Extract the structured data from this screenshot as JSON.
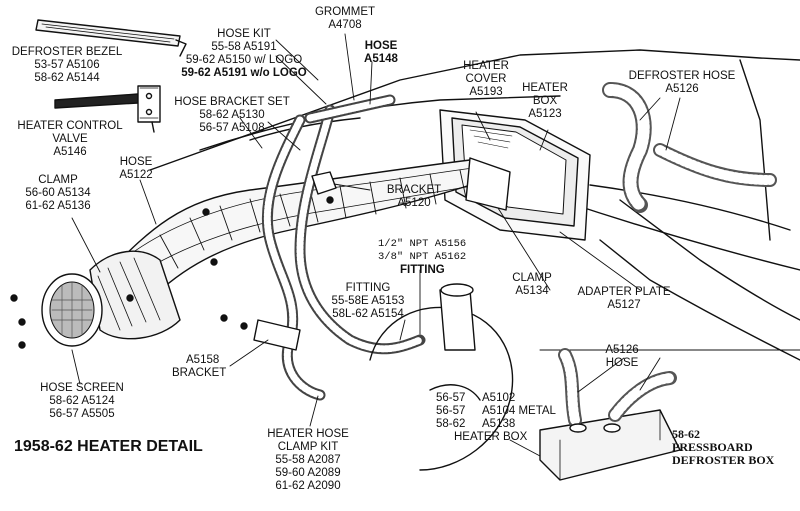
{
  "colors": {
    "ink": "#111111",
    "paper": "#ffffff",
    "shade": "#9a9a9a"
  },
  "title": "1958-62 HEATER DETAIL",
  "labels": {
    "defroster_bezel": {
      "name": "DEFROSTER BEZEL",
      "line1": "53-57  A5106",
      "line2": "58-62 A5144"
    },
    "heater_control_valve": {
      "name1": "HEATER CONTROL",
      "name2": "VALVE",
      "part": "A5146"
    },
    "hose_kit": {
      "name": "HOSE KIT",
      "line1": "55-58 A5191",
      "line2": "59-62 A5150 w/ LOGO",
      "line3": "59-62 A5191 w/o LOGO"
    },
    "grommet": {
      "name": "GROMMET",
      "part": "A4708"
    },
    "hose_top": {
      "name": "HOSE",
      "part": "A5148"
    },
    "hose_bracket_set": {
      "name": "HOSE BRACKET SET",
      "line1": "58-62 A5130",
      "line2": "56-57 A5108"
    },
    "heater_cover": {
      "name1": "HEATER",
      "name2": "COVER",
      "part": "A5193"
    },
    "heater_box": {
      "name1": "HEATER",
      "name2": "BOX",
      "part": "A5123"
    },
    "defroster_hose": {
      "name": "DEFROSTER HOSE",
      "part": "A5126"
    },
    "hose_left": {
      "name": "HOSE",
      "part": "A5122"
    },
    "clamp_left": {
      "name": "CLAMP",
      "line1": "56-60 A5134",
      "line2": "61-62 A5136"
    },
    "bracket_center": {
      "name": "BRACKET",
      "part": "A5120"
    },
    "npt": {
      "line1": "1/2\" NPT  A5156",
      "line2": "3/8\" NPT  A5162",
      "name": "FITTING"
    },
    "fitting": {
      "name": "FITTING",
      "line1": "55-58E A5153",
      "line2": "58L-62 A5154"
    },
    "clamp_right": {
      "name": "CLAMP",
      "part": "A5134"
    },
    "adapter_plate": {
      "name": "ADAPTER PLATE",
      "part": "A5127"
    },
    "bracket_lower": {
      "part": "A5158",
      "name": "BRACKET"
    },
    "hose_screen": {
      "name": "HOSE SCREEN",
      "line1": "58-62 A5124",
      "line2": "56-57 A5505"
    },
    "clamp_kit": {
      "name1": "HEATER HOSE",
      "name2": "CLAMP KIT",
      "line1": "55-58 A2087",
      "line2": "59-60 A2089",
      "line3": "61-62 A2090"
    },
    "hose_inset": {
      "part": "A5126",
      "name": "HOSE"
    },
    "heater_box_metal": {
      "r1a": "56-57",
      "r1b": "A5102",
      "r2a": "56-57",
      "r2b": "A5104 METAL",
      "r3a": "58-62",
      "r3b": "A5138",
      "name": "HEATER BOX"
    },
    "pressboard": {
      "line1": "58-62",
      "line2": "PRESSBOARD",
      "line3": "DEFROSTER BOX"
    }
  }
}
